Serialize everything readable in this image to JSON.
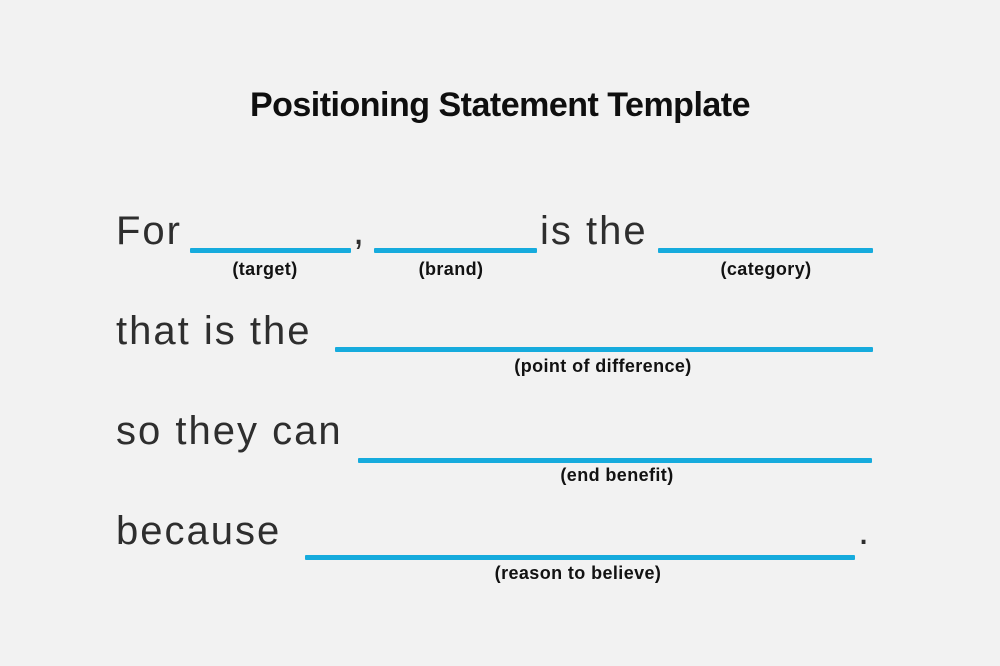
{
  "title": "Positioning Statement Template",
  "colors": {
    "background": "#f2f2f2",
    "blank_line": "#16abdd",
    "heading_text": "#0f0f0f",
    "statement_text": "#2e2e2e",
    "label_text": "#121212"
  },
  "statement": {
    "line1": {
      "word1": "For",
      "separator": ",",
      "word2": "is the",
      "target_label": "(target)",
      "brand_label": "(brand)",
      "category_label": "(category)"
    },
    "line2": {
      "phrase": "that is the",
      "blank_label": "(point of difference)"
    },
    "line3": {
      "phrase": "so they can",
      "blank_label": "(end benefit)"
    },
    "line4": {
      "phrase": "because",
      "blank_label": "(reason to believe)",
      "period": "."
    }
  }
}
